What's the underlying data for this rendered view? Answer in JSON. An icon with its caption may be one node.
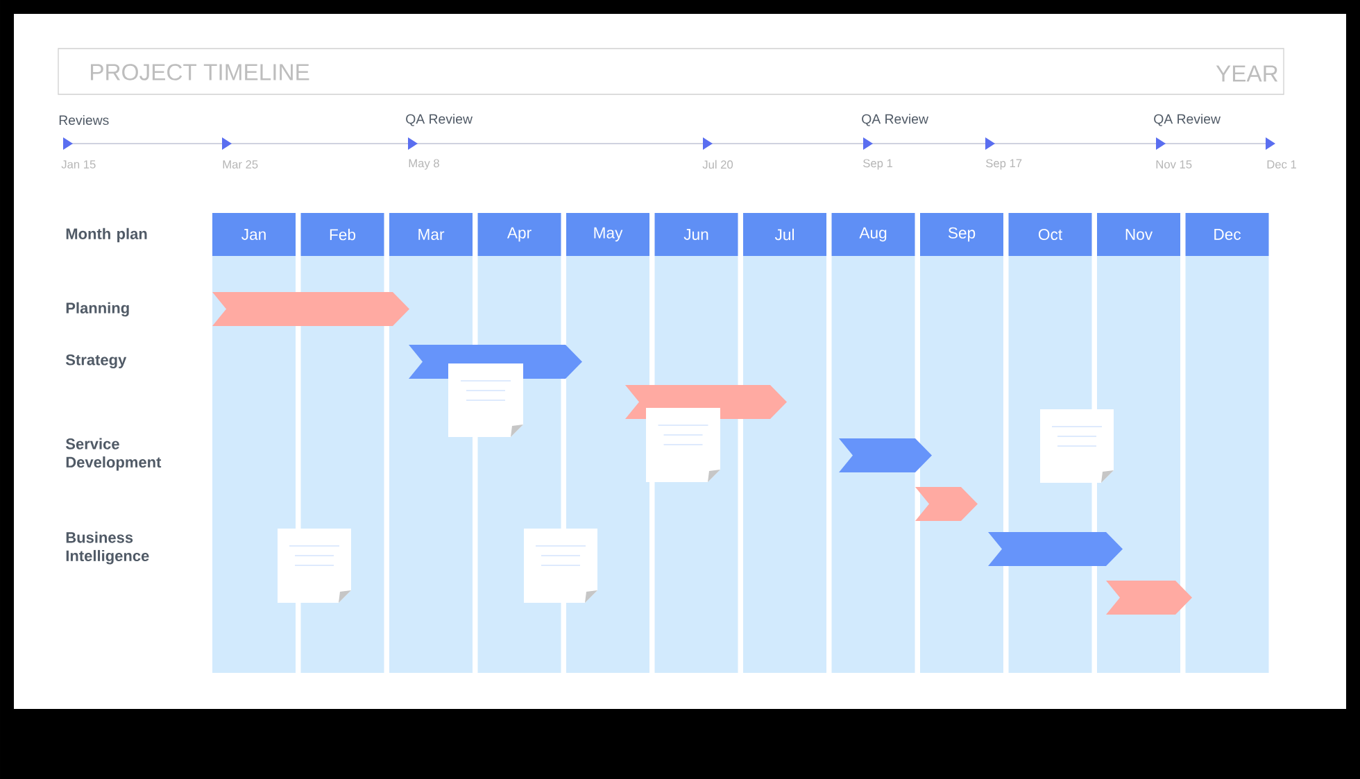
{
  "diagram": {
    "nodes": [
      {
        "text": [
          "PROJECT TIMELINE",
          "YEAR"
        ]
      },
      {
        "text": [
          "Jan"
        ]
      },
      {
        "text": [
          "Feb"
        ]
      },
      {
        "text": [
          "Mar"
        ]
      },
      {
        "text": [
          "Apr"
        ]
      },
      {
        "text": [
          "May"
        ]
      },
      {
        "text": [
          "Jun"
        ]
      },
      {
        "text": [
          "Jul"
        ]
      },
      {
        "text": [
          "Aug"
        ]
      },
      {
        "text": [
          "Sep"
        ]
      },
      {
        "text": [
          "Oct"
        ]
      },
      {
        "text": [
          "Nov"
        ]
      },
      {
        "text": [
          "Dec"
        ]
      },
      {
        "text": [],
        "shape": "chevron"
      },
      {
        "text": [],
        "shape": "chevron"
      },
      {
        "text": [],
        "shape": "chevron"
      },
      {
        "text": [],
        "shape": "chevron"
      },
      {
        "text": [],
        "shape": "chevron"
      },
      {
        "text": [],
        "shape": "chevron"
      },
      {
        "text": [],
        "shape": "chevron"
      }
    ],
    "labels": [
      "Reviews",
      "QA Review",
      "QA Review",
      "QA Review",
      "Jan 15",
      "Mar 25",
      "May 8",
      "Jul 20",
      "Sep 1",
      "Sep 17",
      "Nov 15",
      "Dec 1",
      "Month plan",
      "Planning",
      "Strategy",
      "Service Development",
      "Business Intelligence"
    ]
  }
}
